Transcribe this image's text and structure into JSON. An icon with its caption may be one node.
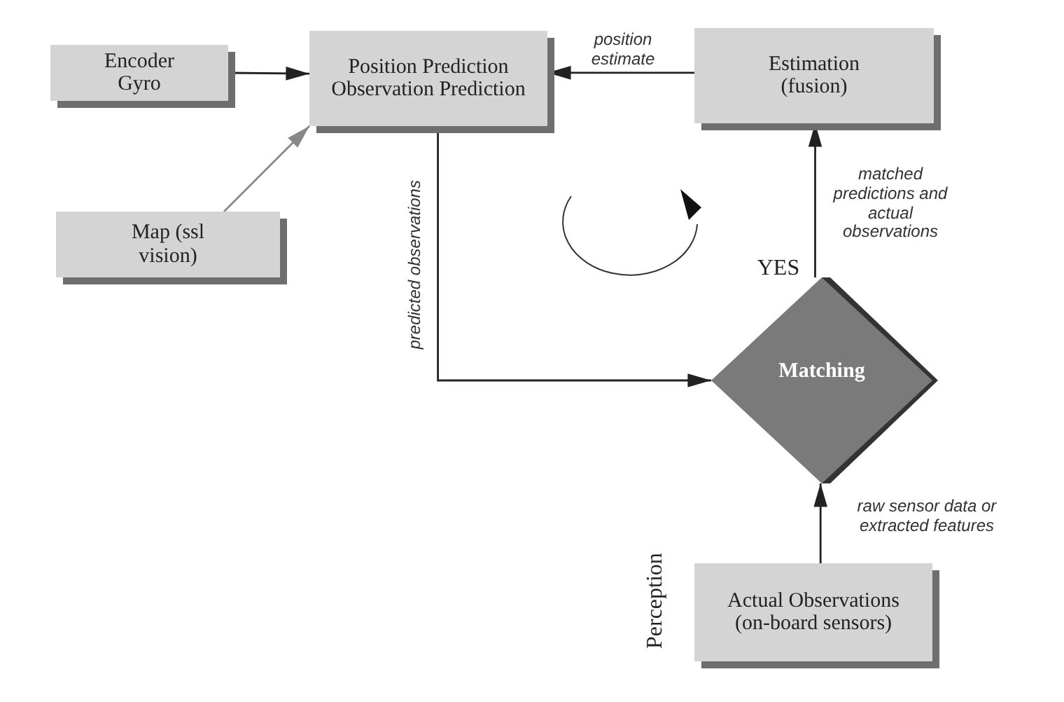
{
  "diagram": {
    "nodes": [
      {
        "text": [
          "Encoder Gyro"
        ]
      },
      {
        "text": [
          "Position Prediction Observation Prediction"
        ]
      },
      {
        "text": [
          "Estimation (fusion)"
        ]
      },
      {
        "text": [
          "Map (ssl vision)"
        ]
      },
      {
        "text": [
          "Matching"
        ],
        "beside": [
          "YES"
        ]
      },
      {
        "text": [
          "Actual Observations (on-board sensors)"
        ],
        "beside": [
          "Perception"
        ]
      }
    ],
    "edges": [
      {
        "from": 0,
        "to": 1,
        "arrow": "to"
      },
      {
        "from": 3,
        "to": 1,
        "arrow": "to",
        "color": "#888888"
      },
      {
        "from": 2,
        "to": 1,
        "arrow": "to",
        "label": "position estimate"
      },
      {
        "from": 1,
        "to": 4,
        "arrow": "to",
        "label": "predicted observations"
      },
      {
        "from": 4,
        "to": 2,
        "arrow": "to",
        "label": "matched predictions and actual observations"
      },
      {
        "from": 5,
        "to": 4,
        "arrow": "to",
        "label": "raw sensor data or extracted features"
      }
    ]
  }
}
